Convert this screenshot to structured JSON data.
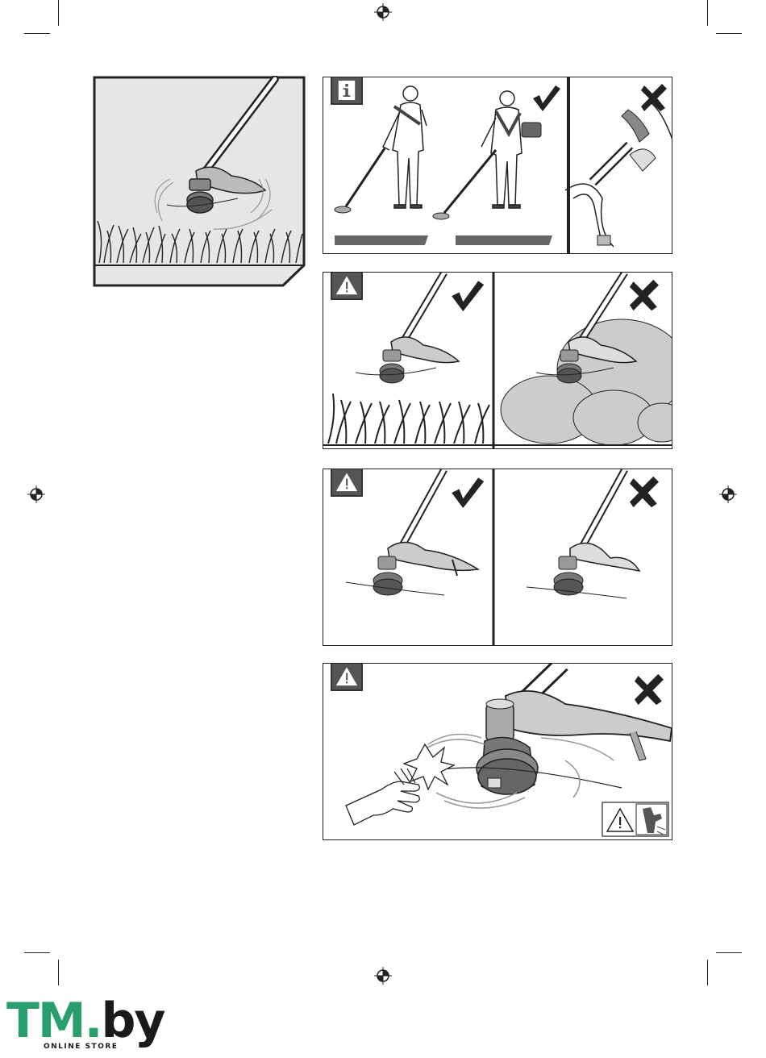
{
  "page": {
    "background": "#ffffff",
    "ink": "#222222",
    "panel_fill": "#e8e8e8",
    "badge_fill": "#555555"
  },
  "panels": [
    {
      "id": "overview",
      "icon": null,
      "content": "trimmer-cutting-grass"
    },
    {
      "id": "harness",
      "icon": "info-icon",
      "marks": [
        "check-mark-icon",
        "cross-mark-icon"
      ]
    },
    {
      "id": "grass-vs-bushes",
      "icon": "warning-icon",
      "marks": [
        "check-mark-icon",
        "cross-mark-icon"
      ]
    },
    {
      "id": "guard-fitted",
      "icon": "warning-icon",
      "marks": [
        "check-mark-icon",
        "cross-mark-icon"
      ]
    },
    {
      "id": "hand-injury",
      "icon": "warning-icon",
      "marks": [
        "cross-mark-icon"
      ],
      "footer_icons": [
        "warning-icon",
        "cut-hand-icon"
      ]
    }
  ],
  "logo": {
    "brand_main": "TM",
    "brand_dot": ".",
    "brand_suffix": "by",
    "tagline": "ONLINE STORE",
    "color_main": "#2a9f6e",
    "color_suffix": "#1a1a1a"
  }
}
